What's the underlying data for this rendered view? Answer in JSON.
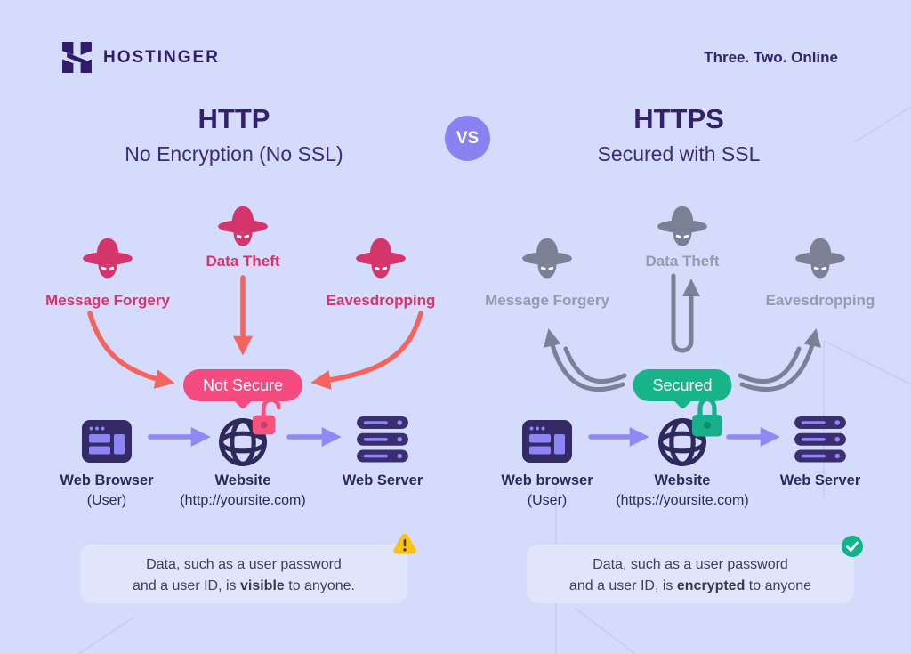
{
  "header": {
    "brand": "HOSTINGER",
    "tagline": "Three. Two. Online"
  },
  "vs_label": "VS",
  "colors": {
    "background": "#d4dbfb",
    "brand_purple": "#2f1c6a",
    "threat_pink": "#d4356a",
    "arrow_coral": "#f4635e",
    "badge_danger_pink": "#f64b80",
    "badge_safe_green": "#17b48a",
    "threat_gray": "#7c8095",
    "flow_arrow_purple": "#8f88f5",
    "icon_dark_indigo": "#332a66",
    "icon_light_purple": "#8d85f4",
    "warning_yellow": "#f8c21a",
    "check_green": "#12b389"
  },
  "icons": {
    "brand": "hostinger-logo",
    "threat": "spy-hat-icon",
    "browser": "browser-window-icon",
    "website": "globe-icon",
    "server": "server-stack-icon",
    "lock_open": "open-padlock-icon",
    "lock_closed": "closed-padlock-icon",
    "warning": "warning-triangle-icon",
    "check": "check-circle-icon"
  },
  "left": {
    "title": "HTTP",
    "subtitle": "No Encryption (No SSL)",
    "threat_left": "Message Forgery",
    "threat_center": "Data Theft",
    "threat_right": "Eavesdropping",
    "badge": "Not Secure",
    "node1_label": "Web Browser",
    "node1_sub": "(User)",
    "node2_label": "Website",
    "node2_sub": "(http://yoursite.com)",
    "node3_label": "Web Server",
    "note_line1": "Data, such as a user password",
    "note_line2_pre": "and a user ID, is ",
    "note_line2_bold": "visible",
    "note_line2_post": " to anyone."
  },
  "right": {
    "title": "HTTPS",
    "subtitle": "Secured with SSL",
    "threat_left": "Message Forgery",
    "threat_center": "Data Theft",
    "threat_right": "Eavesdropping",
    "badge": "Secured",
    "node1_label": "Web browser",
    "node1_sub": "(User)",
    "node2_label": "Website",
    "node2_sub": "(https://yoursite.com)",
    "node3_label": "Web Server",
    "note_line1": "Data, such as a user password",
    "note_line2_pre": "and a user ID, is ",
    "note_line2_bold": "encrypted",
    "note_line2_post": " to anyone"
  }
}
